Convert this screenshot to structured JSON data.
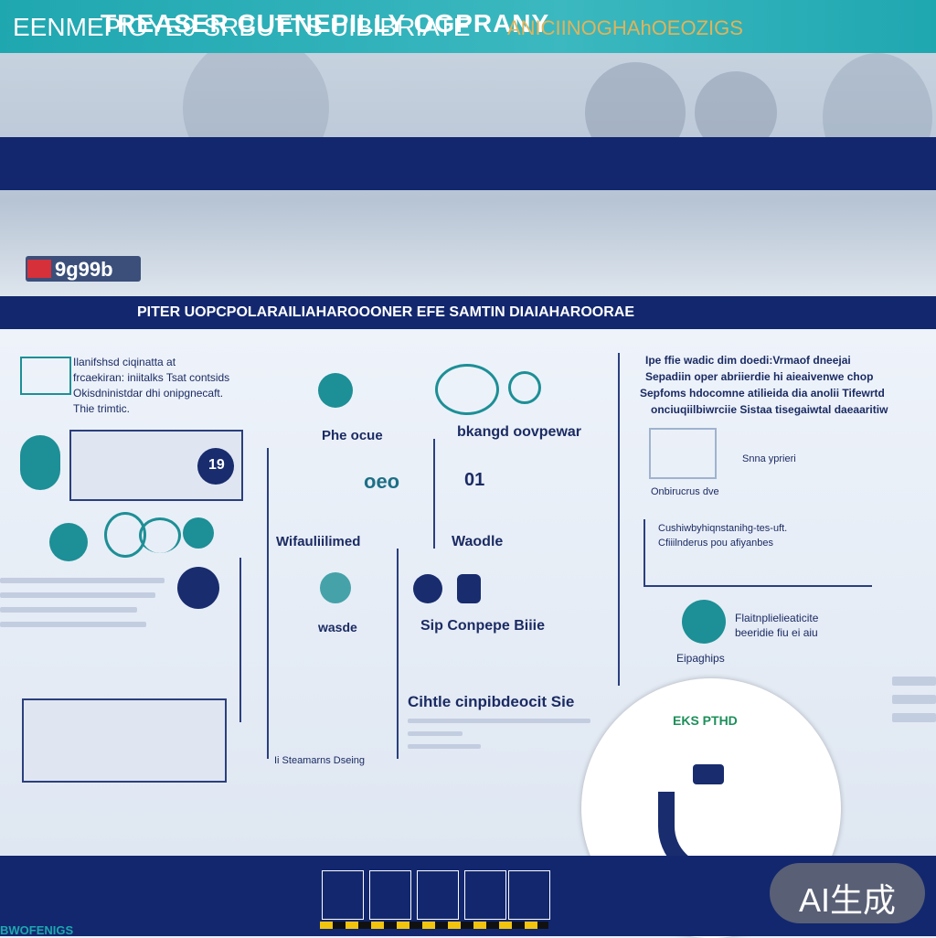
{
  "header": {
    "title": "TREASER CUENEPILLY OGPRANY"
  },
  "banner": {
    "left": "EENMEPIOYE9 SRBUTTS UIBIBRIATE",
    "right": "ANICIINOGHAhOEOZIGS"
  },
  "badge": {
    "text": "9g99b"
  },
  "subtitle": "PITER UOPCPOLARAILIAHAROOONER EFE SAMTIN DIAIAHAROORAE",
  "left_panel": {
    "para": "Ilanifshsd ciqinatta at\nfrcaekiran: iniitalks Tsat contsids\nOkisdninistdar dhi onipgnecaft.\nThie trimtic.",
    "badge": "19"
  },
  "columns": {
    "phe": "Phe ocue",
    "wifa": "Wifauliilimed",
    "o": "oeo",
    "wasdle": "wasde",
    "bkang": "bkangd oovpewar",
    "o1": "01",
    "wo": "Waodle",
    "sip": "Sip Conpepe Biiie"
  },
  "right_block": {
    "l1": "Ipe ffie wadic dim doedi:Vrmaof dneejai",
    "l2": "Sepadiin oper abriierdie hi aieaivenwe chop",
    "l3": "Sepfoms hdocomne atilieida dia anolii Tifewrtd",
    "l4": "onciuqiilbiwrciie Sistaa tisegaiwtal daeaaritiw",
    "item1": "Snna yprieri",
    "item2": "Onbirucrus dve",
    "item3": "Cushiwbyhiqnstanihg-tes-uft.",
    "item4": "Cfiiilnderus pou afiyanbes",
    "personA": "Flaitnplielieaticite",
    "personB": "beeridie fiu  ei aiu",
    "caption": "Eipaghips"
  },
  "bottom_center": {
    "heading": "Cihtle cinpibdeocit Sie",
    "note": "Ii Steamarns Dseing"
  },
  "circle": {
    "label": "EKS PTHD"
  },
  "footer": {
    "label": "BWOFENIGS"
  },
  "watermark": "AI生成",
  "colors": {
    "teal": "#1fa7b0",
    "navy": "#12276e",
    "accent": "#e0b35a"
  }
}
